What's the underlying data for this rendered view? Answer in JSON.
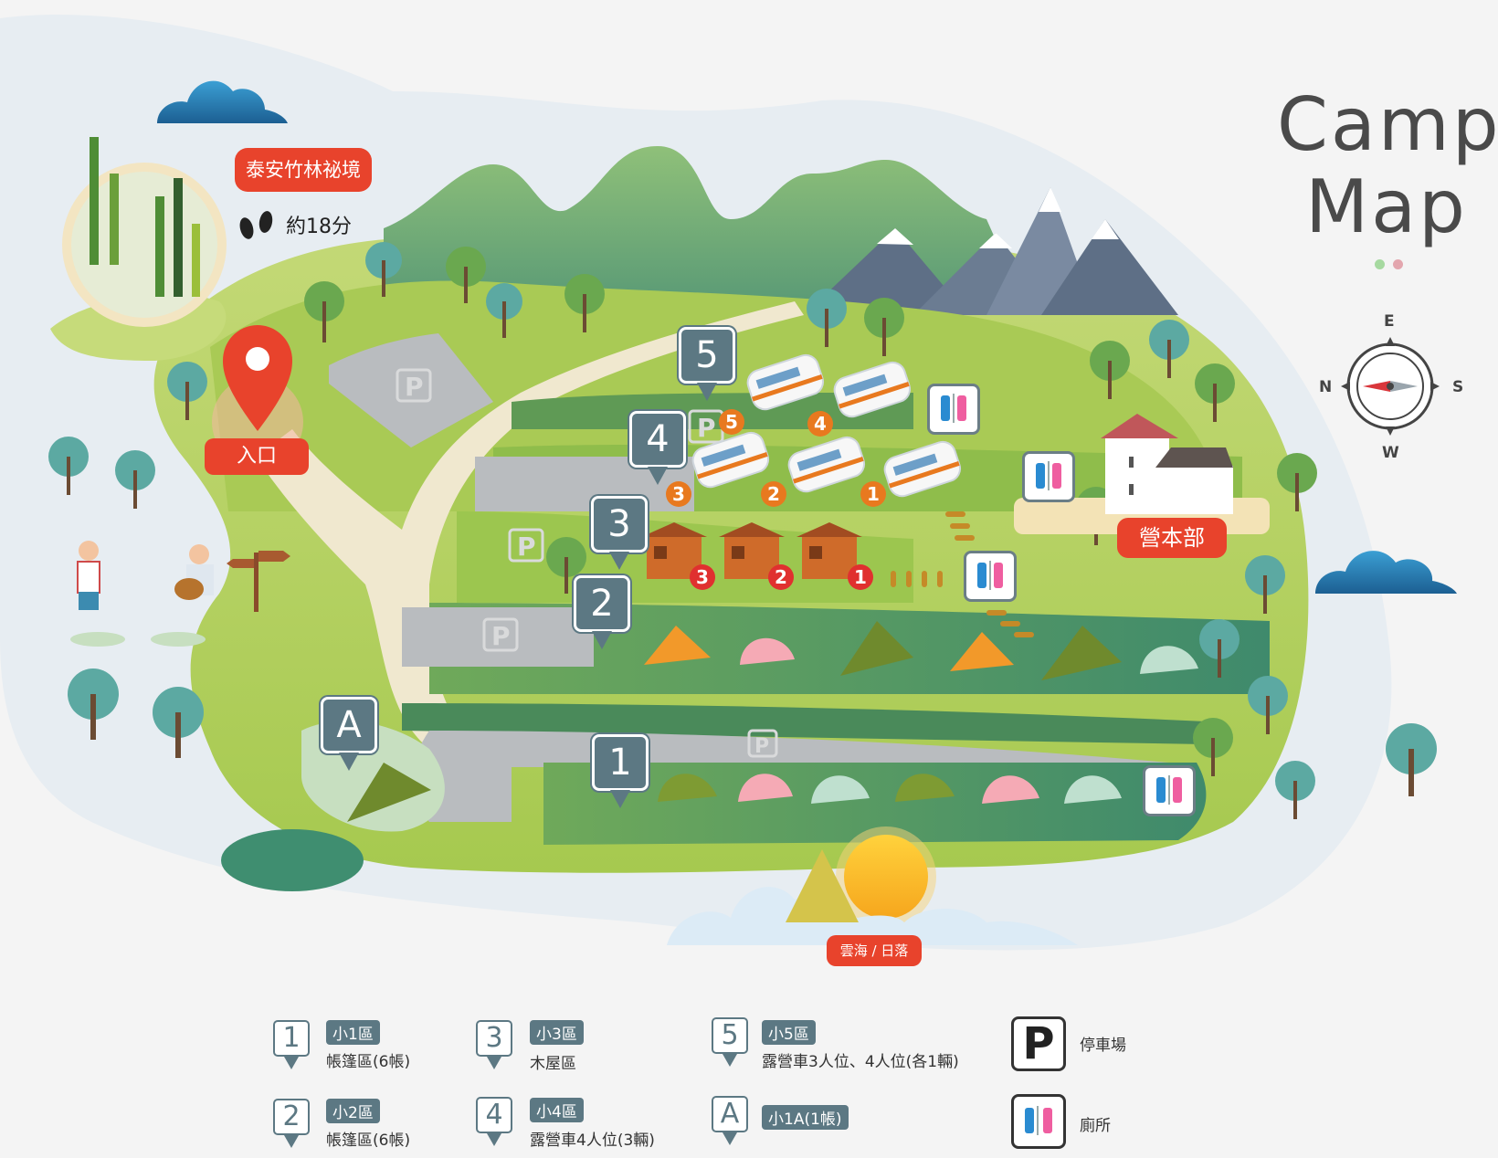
{
  "title": {
    "line1": "Camp",
    "line2": "Map",
    "dot_colors": [
      "#a6d9a0",
      "#e3a6ae"
    ]
  },
  "compass": {
    "E": "E",
    "N": "N",
    "S": "S",
    "W": "W"
  },
  "labels": {
    "bamboo": "泰安竹林祕境",
    "walk_time": "約18分",
    "entrance": "入口",
    "headquarters": "營本部",
    "sunset": "雲海 / 日落"
  },
  "zone_pins": [
    {
      "id": "5",
      "label": "5"
    },
    {
      "id": "4",
      "label": "4"
    },
    {
      "id": "3",
      "label": "3"
    },
    {
      "id": "2",
      "label": "2"
    },
    {
      "id": "1",
      "label": "1"
    },
    {
      "id": "A",
      "label": "A"
    }
  ],
  "caravan_numbers": [
    "5",
    "4",
    "3",
    "2",
    "1"
  ],
  "cabin_numbers": [
    "3",
    "2",
    "1"
  ],
  "parking_symbol": "P",
  "legend": [
    {
      "pin": "1",
      "tag": "小1區",
      "desc": "帳篷區(6帳)"
    },
    {
      "pin": "2",
      "tag": "小2區",
      "desc": "帳篷區(6帳)"
    },
    {
      "pin": "3",
      "tag": "小3區",
      "desc": "木屋區"
    },
    {
      "pin": "4",
      "tag": "小4區",
      "desc": "露營車4人位(3輛)"
    },
    {
      "pin": "5",
      "tag": "小5區",
      "desc": "露營車3人位、4人位(各1輛)"
    },
    {
      "pin": "A",
      "tag": "小1A(1帳)",
      "desc": ""
    }
  ],
  "legend_icons": {
    "parking": "停車場",
    "toilet": "廁所"
  },
  "icons": [
    "location-pin-icon",
    "footprints-icon",
    "signpost-icon",
    "tree-icon",
    "mountain-icon",
    "cloud-icon",
    "tent-icon",
    "caravan-icon",
    "cabin-icon",
    "toilet-icon",
    "parking-icon",
    "compass-icon",
    "sun-icon",
    "house-icon"
  ],
  "colors": {
    "accent_red": "#e8432c",
    "pin_slate": "#5c7883",
    "caravan_orange": "#e8791f",
    "grass": "#8fbf4c"
  }
}
